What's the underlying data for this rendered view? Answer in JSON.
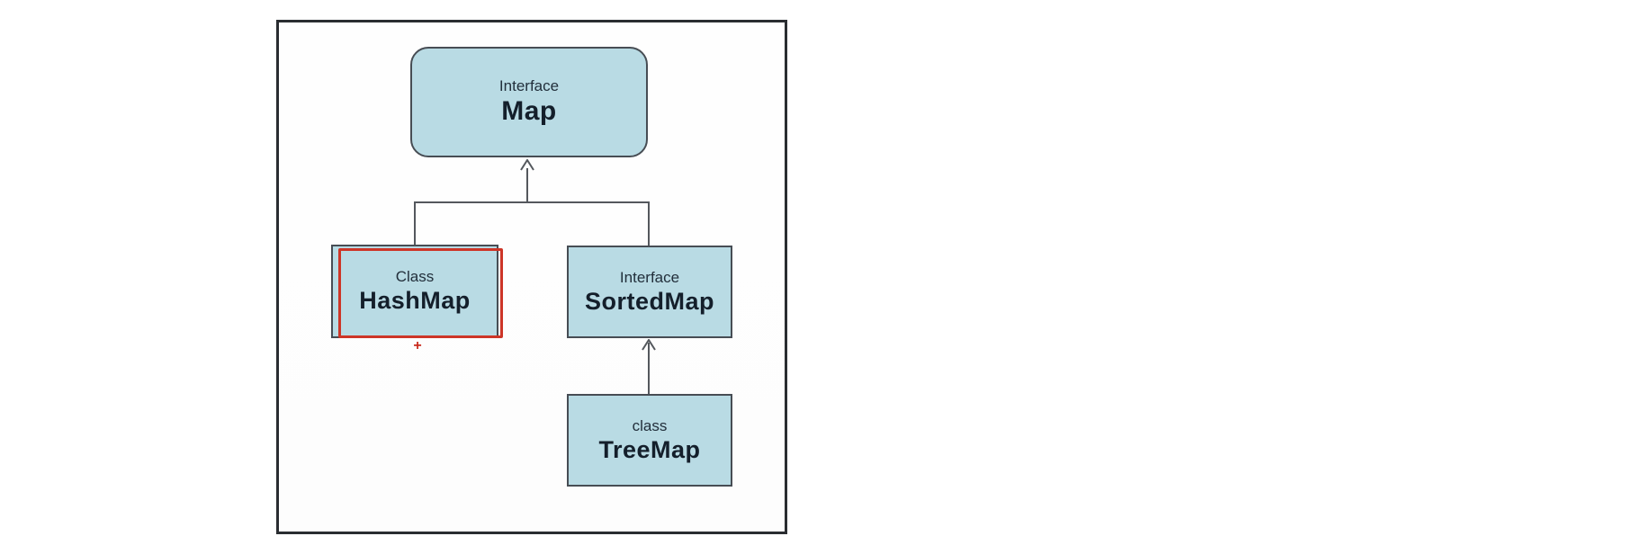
{
  "diagram": {
    "kind": "uml-class-hierarchy",
    "nodes": [
      {
        "id": "map",
        "stereotype": "Interface",
        "name": "Map",
        "shape": "rounded-rect",
        "highlighted": false
      },
      {
        "id": "hashmap",
        "stereotype": "Class",
        "name": "HashMap",
        "shape": "rect",
        "highlighted": true
      },
      {
        "id": "sortedmap",
        "stereotype": "Interface",
        "name": "SortedMap",
        "shape": "rect",
        "highlighted": false
      },
      {
        "id": "treemap",
        "stereotype": "class",
        "name": "TreeMap",
        "shape": "rect",
        "highlighted": false
      }
    ],
    "edges": [
      {
        "from": "HashMap",
        "to": "Map",
        "style": "arrow-up"
      },
      {
        "from": "SortedMap",
        "to": "Map",
        "style": "arrow-up"
      },
      {
        "from": "TreeMap",
        "to": "SortedMap",
        "style": "arrow-up"
      }
    ],
    "annotation": {
      "plus_label": "+",
      "highlight_target": "HashMap"
    },
    "colors": {
      "node_fill": "#b9dbe4",
      "node_border": "#474d54",
      "line": "#54585d",
      "text": "#1a2530",
      "highlight_red": "#cd3527",
      "frame_border": "#2a2d31",
      "background": "#ffffff"
    }
  }
}
